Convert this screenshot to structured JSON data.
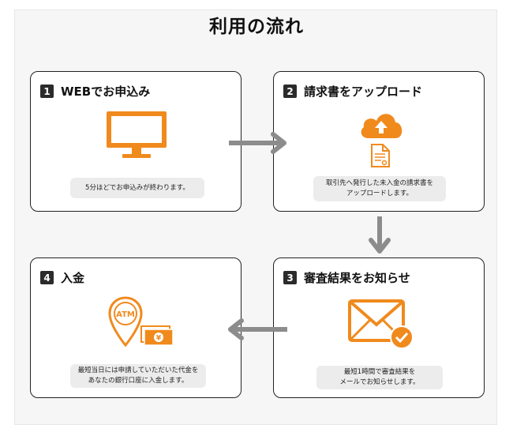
{
  "title": "利用の流れ",
  "steps": [
    {
      "num": "1",
      "title": "WEBでお申込み",
      "desc": [
        "5分ほどでお申込みが終わります。"
      ],
      "icon": "monitor-icon"
    },
    {
      "num": "2",
      "title": "請求書をアップロード",
      "desc": [
        "取引先へ発行した未入金の請求書を",
        "アップロードします。"
      ],
      "icon": "cloud-upload-icon"
    },
    {
      "num": "3",
      "title": "審査結果をお知らせ",
      "desc": [
        "最短1時間で審査結果を",
        "メールでお知らせします。"
      ],
      "icon": "mail-check-icon"
    },
    {
      "num": "4",
      "title": "入金",
      "desc": [
        "最短当日には申請していただいた代金を",
        "あなたの銀行口座に入金します。"
      ],
      "icon": "atm-money-icon"
    }
  ],
  "icon_labels": {
    "atm": "ATM",
    "yen": "¥"
  },
  "colors": {
    "accent": "#f08a1d",
    "arrow": "#8c8c8c",
    "card_border": "#222222",
    "desc_bg": "#ececec"
  }
}
